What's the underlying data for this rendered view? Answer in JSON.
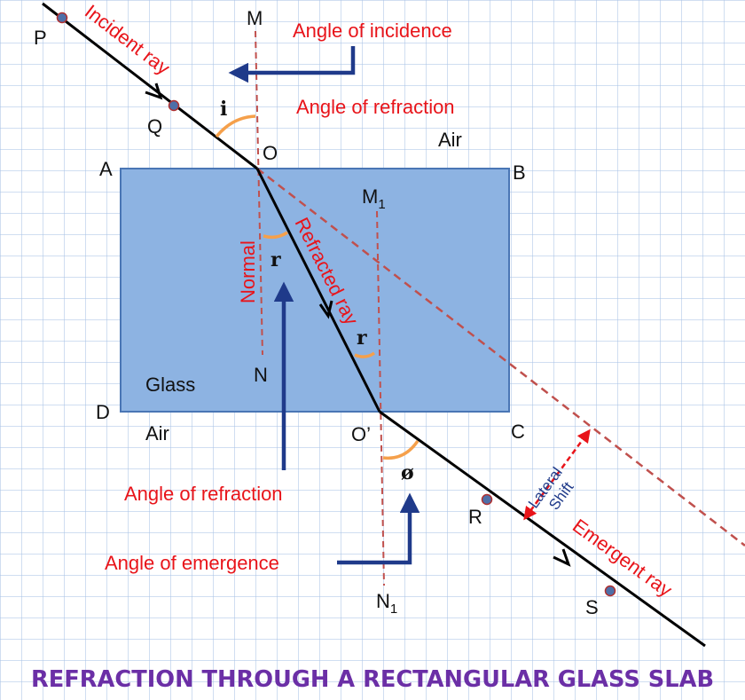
{
  "colors": {
    "glass": "#8db3e2",
    "glass_border": "#4a76b5",
    "ray": "#000000",
    "dashed": "#c0504d",
    "red_text": "#e8141a",
    "arrow": "#1f3a8a",
    "arc": "#f5a04b",
    "title": "#6b2fa6"
  },
  "points": {
    "P": "P",
    "Q": "Q",
    "O": "O",
    "M": "M",
    "M1": "M",
    "M1_sub": "1",
    "A": "A",
    "B": "B",
    "C": "C",
    "D": "D",
    "N": "N",
    "N1": "N",
    "N1_sub": "1",
    "O2": "O’",
    "R": "R",
    "S": "S"
  },
  "media": {
    "air_top": "Air",
    "glass": "Glass",
    "air_bottom": "Air"
  },
  "rays": {
    "incident": "Incident ray",
    "refracted": "Refracted ray",
    "emergent": "Emergent ray",
    "normal": "Normal"
  },
  "angles": {
    "i": "i",
    "r": "r",
    "r2": "r",
    "e": "ø"
  },
  "callouts": {
    "incidence": "Angle of incidence",
    "refraction_top": "Angle of refraction",
    "refraction_bottom": "Angle of refraction",
    "emergence": "Angle of emergence"
  },
  "lateral_shift": {
    "line1": "Lateral",
    "line2": "Shift"
  },
  "title": "REFRACTION THROUGH A RECTANGULAR GLASS SLAB"
}
